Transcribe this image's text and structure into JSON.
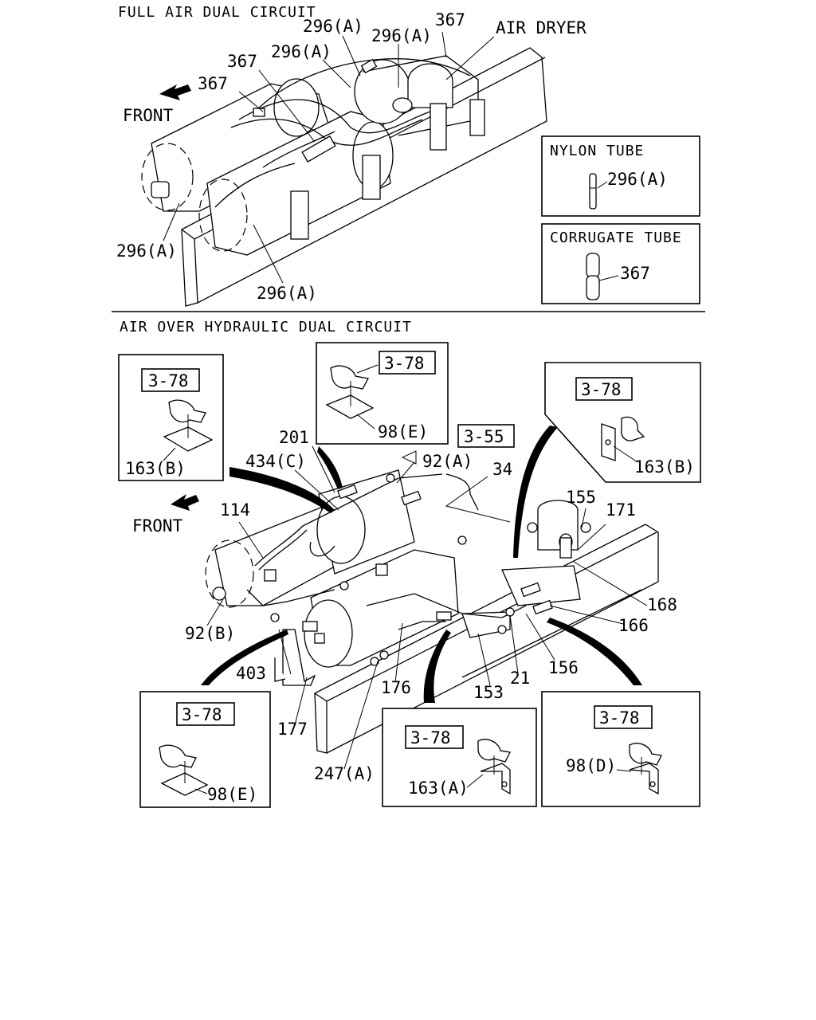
{
  "sections": {
    "full_air": "FULL AIR DUAL CIRCUIT",
    "air_hydraulic": "AIR OVER HYDRAULIC DUAL CIRCUIT"
  },
  "top": {
    "front": "FRONT",
    "air_dryer": "AIR DRYER",
    "legend_nylon": {
      "title": "NYLON TUBE",
      "part": "296(A)"
    },
    "legend_corrugate": {
      "title": "CORRUGATE TUBE",
      "part": "367"
    },
    "callouts": {
      "p296a_top1": "296(A)",
      "p296a_top2": "296(A)",
      "p296a_mid": "296(A)",
      "p367_top": "367",
      "p367_mid": "367",
      "p367_left": "367",
      "p296a_bl": "296(A)",
      "p296a_b": "296(A)"
    }
  },
  "bottom": {
    "front": "FRONT",
    "ref_3_55": "3-55",
    "detail_boxes": [
      {
        "ref": "3-78",
        "part": "163(B)"
      },
      {
        "ref": "3-78",
        "part": "98(E)"
      },
      {
        "ref": "3-78",
        "part": "163(B)"
      },
      {
        "ref": "3-78",
        "part": "98(E)"
      },
      {
        "ref": "3-78",
        "part": "163(A)"
      },
      {
        "ref": "3-78",
        "part": "98(D)"
      }
    ],
    "callouts": {
      "p201": "201",
      "p434c": "434(C)",
      "p92a": "92(A)",
      "p34": "34",
      "p114": "114",
      "p155": "155",
      "p171": "171",
      "p92b": "92(B)",
      "p168": "168",
      "p166": "166",
      "p403": "403",
      "p176": "176",
      "p153": "153",
      "p21": "21",
      "p156": "156",
      "p177": "177",
      "p247a": "247(A)"
    }
  }
}
